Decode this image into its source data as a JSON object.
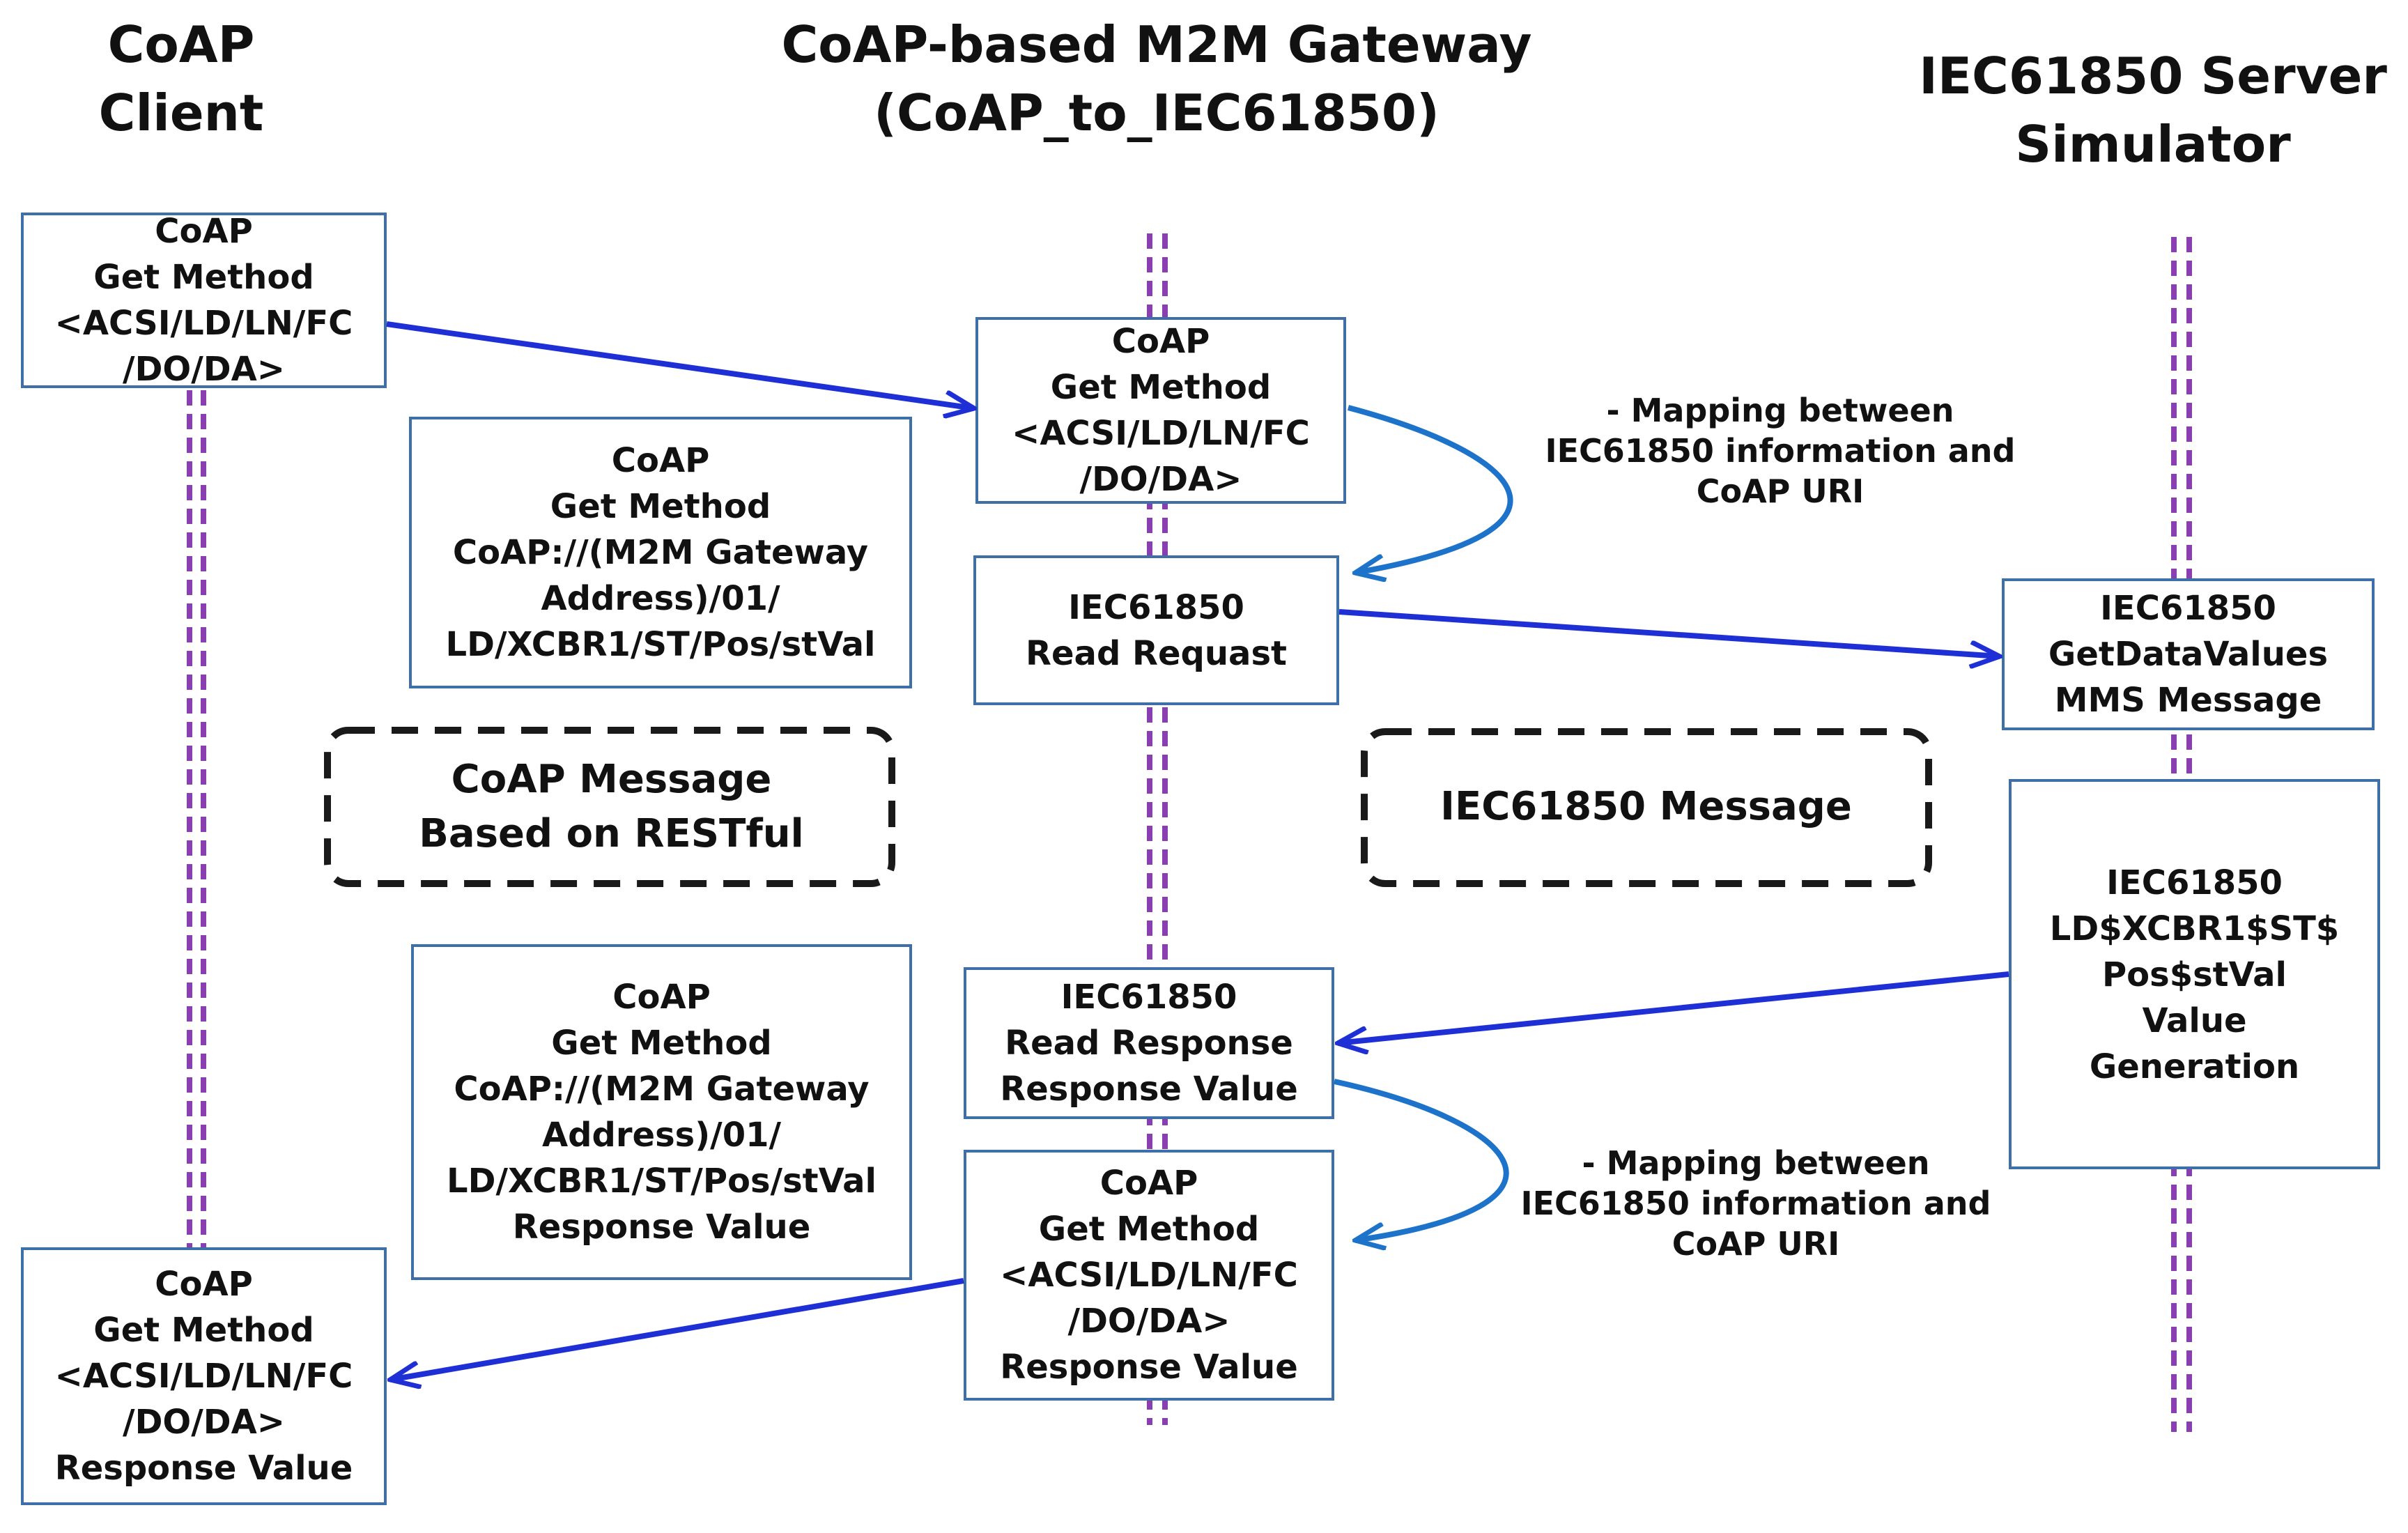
{
  "titles": {
    "client": [
      "CoAP",
      "Client"
    ],
    "gateway": [
      "CoAP-based M2M Gateway",
      "(CoAP_to_IEC61850)"
    ],
    "server": [
      "IEC61850 Server",
      "Simulator"
    ]
  },
  "boxes": {
    "client_request": [
      "CoAP",
      "Get Method",
      "<ACSI/LD/LN/FC",
      "/DO/DA>"
    ],
    "gateway_coap_request": [
      "CoAP",
      "Get Method",
      "<ACSI/LD/LN/FC",
      "/DO/DA>"
    ],
    "uri_request": [
      "CoAP",
      "Get Method",
      "CoAP://(M2M Gateway",
      "Address)/01/",
      "LD/XCBR1/ST/Pos/stVal"
    ],
    "read_request": [
      "IEC61850",
      "Read Requast"
    ],
    "getdatavalues": [
      "IEC61850",
      "GetDataValues",
      "MMS Message"
    ],
    "value_generation": [
      "IEC61850",
      "LD$XCBR1$ST$",
      "Pos$stVal",
      "Value",
      "Generation"
    ],
    "read_response": [
      "IEC61850",
      "Read Response",
      "Response Value"
    ],
    "uri_response": [
      "CoAP",
      "Get Method",
      "CoAP://(M2M Gateway",
      "Address)/01/",
      "LD/XCBR1/ST/Pos/stVal",
      "Response Value"
    ],
    "gateway_coap_response": [
      "CoAP",
      "Get Method",
      "<ACSI/LD/LN/FC",
      "/DO/DA>",
      "Response Value"
    ],
    "client_response": [
      "CoAP",
      "Get Method",
      "<ACSI/LD/LN/FC",
      "/DO/DA>",
      "Response Value"
    ]
  },
  "labels": {
    "coap_message": [
      "CoAP Message",
      "Based on RESTful"
    ],
    "iec_message": [
      "IEC61850 Message"
    ]
  },
  "notes": {
    "mapping_top": [
      "- Mapping between",
      "IEC61850 information and",
      "CoAP URI"
    ],
    "mapping_bottom": [
      "- Mapping between",
      "IEC61850 information and",
      "CoAP URI"
    ]
  },
  "colors": {
    "lifeline": "#8a3fb0",
    "arrow_straight": "#1f2fd6",
    "arrow_curved": "#1d73c9",
    "box_border": "#3e6fa8",
    "dashed_border": "#1a1a1a"
  }
}
